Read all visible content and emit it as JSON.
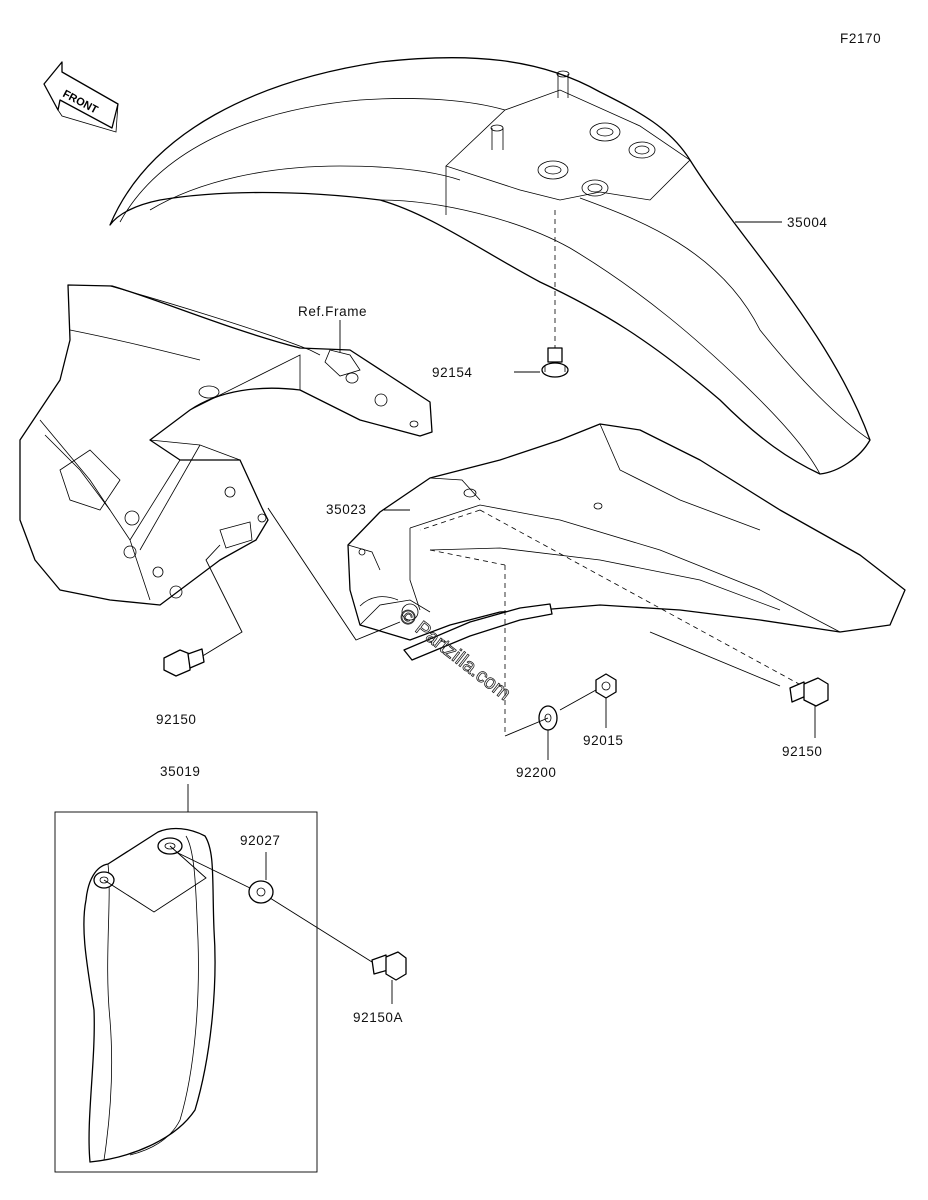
{
  "figure_code": "F2170",
  "direction_label": "FRONT",
  "reference_label": "Ref.Frame",
  "watermark": "© Partzilla.com",
  "parts": {
    "front_fender": "35004",
    "screw_fender": "92154",
    "flap_fender": "35023",
    "bolt_left": "92150",
    "bolt_right": "92150",
    "nut": "92015",
    "washer": "92200",
    "guard_kit": "35019",
    "grommet": "92027",
    "bolt_guard": "92150A"
  }
}
